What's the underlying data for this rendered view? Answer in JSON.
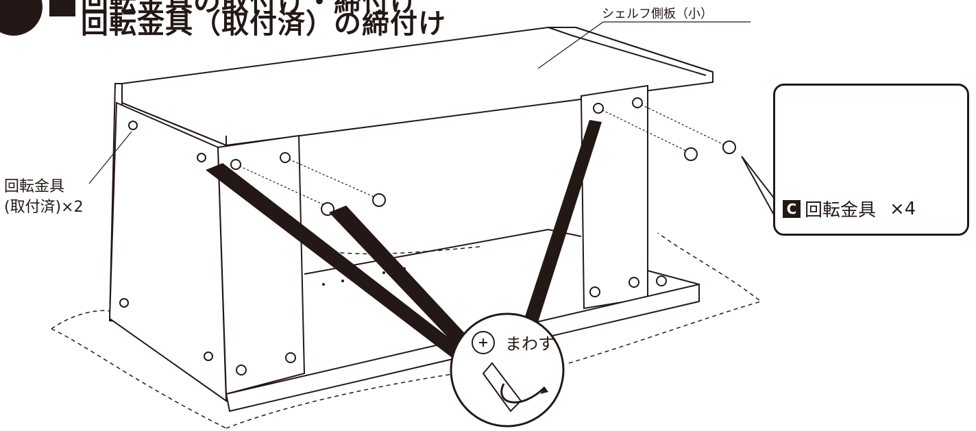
{
  "header": {
    "prev_title": "回転金具の取付け・締付け",
    "title": "回転金具（取付済）の締付け"
  },
  "labels": {
    "shelf_side_small": "シェルフ側板（小）",
    "fitting_preinstalled": "回転金具\n(取付済)×2",
    "turn": "まわす"
  },
  "callout": {
    "badge": "C",
    "part_name": "回転金具",
    "quantity": "×4"
  },
  "icons": {
    "step": "step-number-circle",
    "phillips": "phillips-screwdriver-icon",
    "rotate": "rotate-arrow-icon",
    "cam_fitting": "cam-lock-fitting-icon"
  }
}
